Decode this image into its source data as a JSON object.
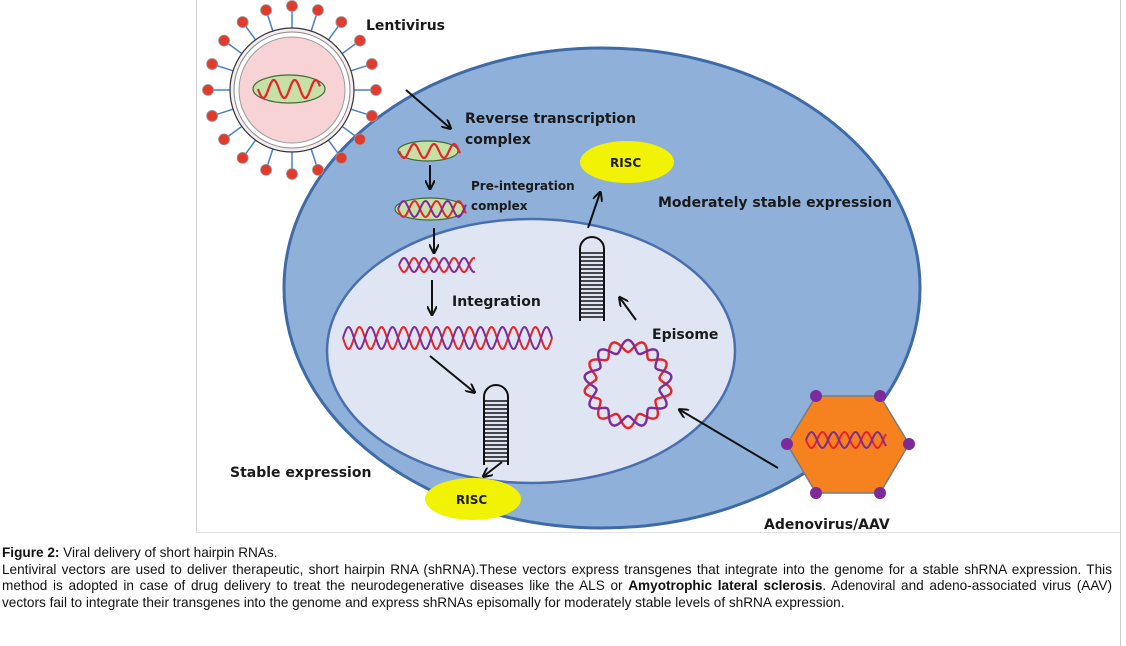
{
  "labels": {
    "lentivirus": "Lentivirus",
    "reverse_transcription_line1": "Reverse transcription",
    "reverse_transcription_line2": "complex",
    "pre_integration_line1": "Pre-integration",
    "pre_integration_line2": "complex",
    "integration": "Integration",
    "risc_top": "RISC",
    "risc_bottom": "RISC",
    "moderately_stable": "Moderately stable  expression",
    "episome": "Episome",
    "stable_expression": "Stable expression",
    "adenovirus": "Adenovirus/AAV"
  },
  "colors": {
    "cell": "#8fb1d9",
    "nucleus": "#dfe5f3",
    "risc": "#f2f205",
    "adenovirus": "#f5821f",
    "rna": "#e8232a",
    "dna": "#7b2b9a",
    "lentivirus_capsid": "#f6d4d6",
    "spike": "#e23a2c"
  },
  "caption": {
    "title_bold": "Figure 2:",
    "title_text": " Viral delivery of short hairpin RNAs.",
    "body_part1": "Lentiviral vectors are used to deliver therapeutic, short hairpin RNA (shRNA).These vectors express transgenes that integrate into the genome for a stable shRNA expression. This method is adopted in case of drug delivery to treat the neurodegenerative diseases like the ALS or ",
    "body_bold": "Amyotrophic lateral sclerosis",
    "body_part2": ". Adenoviral and adeno-associated virus (AAV) vectors fail to integrate their transgenes into the genome and express shRNAs episomally for moderately stable levels of shRNA expression."
  }
}
